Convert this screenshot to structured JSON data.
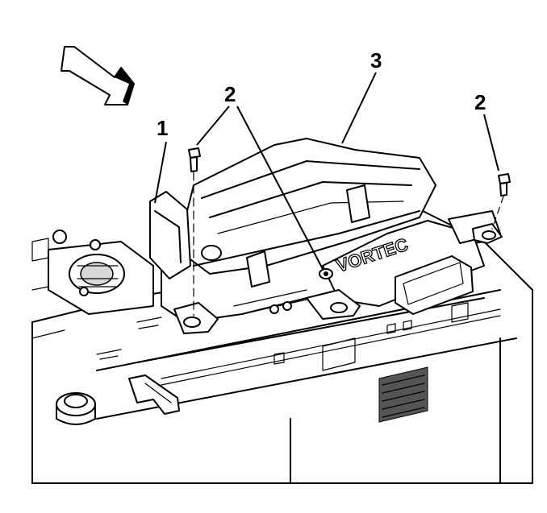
{
  "callouts": {
    "item1": "1",
    "item2_left": "2",
    "item2_right": "2",
    "item3": "3"
  },
  "embossed_text": {
    "cover_logo": "VORTEC"
  },
  "colors": {
    "line": "#000000",
    "background": "#ffffff",
    "shade": "#d8d8d8"
  },
  "icons": {
    "direction_arrow": "front-direction-arrow-icon"
  }
}
